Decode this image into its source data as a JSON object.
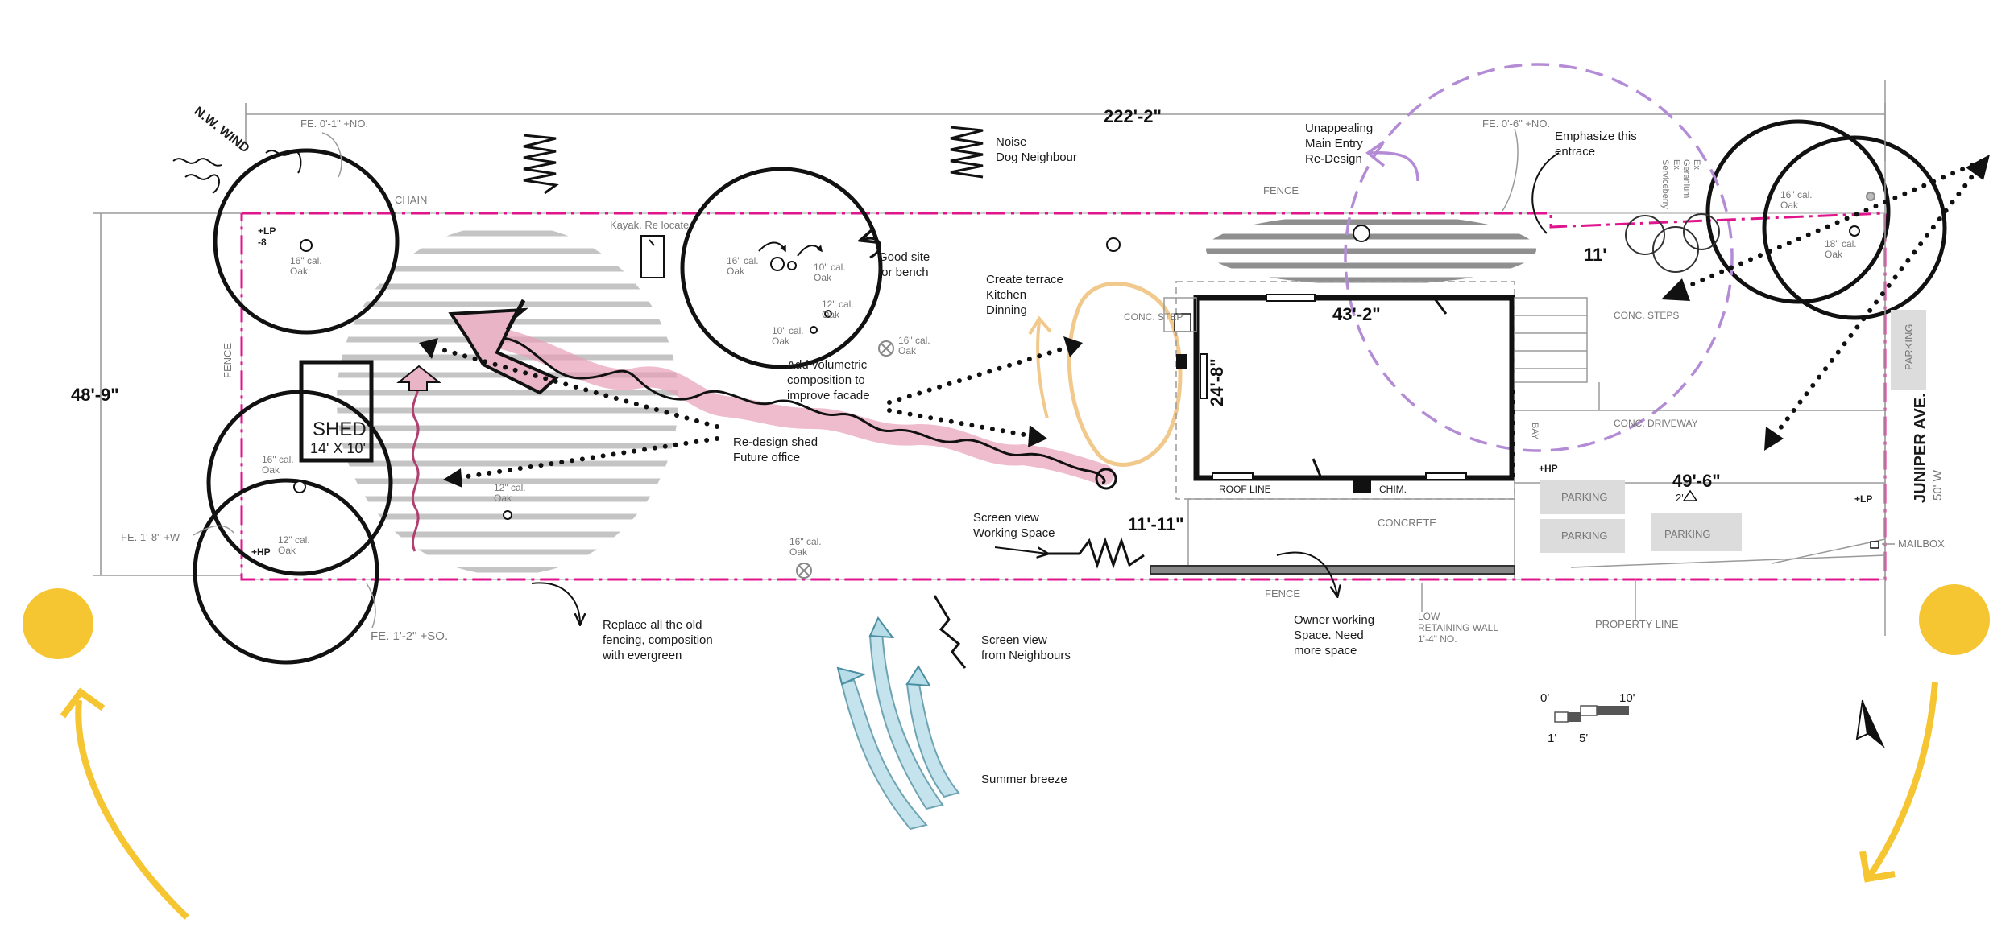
{
  "colors": {
    "sun": "#f6c532",
    "property_line": "#e0148c",
    "accent_purple": "#b48cd6",
    "accent_orange": "#f2c98c",
    "path_pink": "#e8a0b8",
    "breeze_blue": "#b6dde8"
  },
  "dimensions": {
    "overall_length": "222'-2\"",
    "lot_width": "48'-9\"",
    "house_width": "43'-2\"",
    "house_depth": "24'-8\"",
    "front_setback": "49'-6\"",
    "side_gap": "11'",
    "rear_strip": "11'-11\""
  },
  "labels": {
    "nw_wind": "N.W. WIND",
    "fence_top_fe": "FE. 0'-1\" +NO.",
    "chain": "CHAIN",
    "fence_top": "FENCE",
    "fence_left": "FENCE",
    "fence_bottom": "FENCE",
    "fe_right": "FE. 0'-6\" +NO.",
    "fe_left": "FE. 1'-8\" +W",
    "fe_bottom": "FE. 1'-2\" +SO.",
    "lp_left": "+LP",
    "lp_left_num": "-8",
    "lp_right": "+LP",
    "hp_left": "+HP",
    "hp_right": "+HP",
    "kayak": "Kayak. Re locate",
    "shed": "SHED",
    "shed_size": "14' X 10'",
    "conc_step": "CONC. STEP",
    "conc_steps": "CONC. STEPS",
    "conc_driveway": "CONC. DRIVEWAY",
    "bay": "BAY",
    "roof_line": "ROOF LINE",
    "chim": "CHIM.",
    "concrete": "CONCRETE",
    "parking_1": "PARKING",
    "parking_2": "PARKING",
    "parking_3": "PARKING",
    "parking_4": "PARKING",
    "two_ft": "2'",
    "juniper": "JUNIPER AVE.",
    "juniper_width": "50' W",
    "mailbox": "MAILBOX",
    "property_line": "PROPERTY LINE",
    "low_retaining_1": "LOW",
    "low_retaining_2": "RETAINING WALL",
    "low_retaining_3": "1'-4\" NO."
  },
  "trees": {
    "oak_16_tl_1": "16\" cal.",
    "oak_16_tl_2": "Oak",
    "oak_16_ml_1": "16\" cal.",
    "oak_16_ml_2": "Oak",
    "oak_12_bl_1": "12\" cal.",
    "oak_12_bl_2": "Oak",
    "oak_12_c_1": "12\" cal.",
    "oak_12_c_2": "Oak",
    "oak_16_c_1": "16\" cal.",
    "oak_16_c_2": "Oak",
    "oak_10_c1_1": "10\" cal.",
    "oak_10_c1_2": "Oak",
    "oak_12_c2_1": "12\" cal.",
    "oak_12_c2_2": "Oak",
    "oak_10_c3_1": "10\" cal.",
    "oak_10_c3_2": "Oak",
    "oak_16_x_1": "16\" cal.",
    "oak_16_x_2": "Oak",
    "oak_16_b_1": "16\" cal.",
    "oak_16_b_2": "Oak",
    "oak_16_r_1": "16\" cal.",
    "oak_16_r_2": "Oak",
    "oak_18_r_1": "18\" cal.",
    "oak_18_r_2": "Oak",
    "ex_geranium_1": "Ex.",
    "ex_geranium_2": "Geranium",
    "ex_serviceberry_1": "Ex.",
    "ex_serviceberry_2": "Serviceberry"
  },
  "annotations": {
    "noise_1": "Noise",
    "noise_2": "Dog Neighbour",
    "bench_1": "Good site",
    "bench_2": "for bench",
    "terrace_1": "Create terrace",
    "terrace_2": "Kitchen",
    "terrace_3": "Dinning",
    "volumetric_1": "Add volumetric",
    "volumetric_2": "composition to",
    "volumetric_3": "improve facade",
    "shed_redesign_1": "Re-design shed",
    "shed_redesign_2": "Future office",
    "entry_1": "Unappealing",
    "entry_2": "Main Entry",
    "entry_3": "Re-Design",
    "emphasize_1": "Emphasize this",
    "emphasize_2": "entrace",
    "screen_work_1": "Screen view",
    "screen_work_2": "Working Space",
    "replace_1": "Replace all the old",
    "replace_2": "fencing, composition",
    "replace_3": "with evergreen",
    "screen_neigh_1": "Screen view",
    "screen_neigh_2": "from Neighbours",
    "owner_1": "Owner working",
    "owner_2": "Space. Need",
    "owner_3": "more space",
    "breeze": "Summer breeze"
  },
  "scale_bar": {
    "zero": "0'",
    "ten": "10'",
    "one": "1'",
    "five": "5'"
  },
  "icons": [
    "sun-icon",
    "north-arrow-icon",
    "wind-squiggle-icon",
    "noise-scribble-icon",
    "breeze-arrow-icon"
  ]
}
